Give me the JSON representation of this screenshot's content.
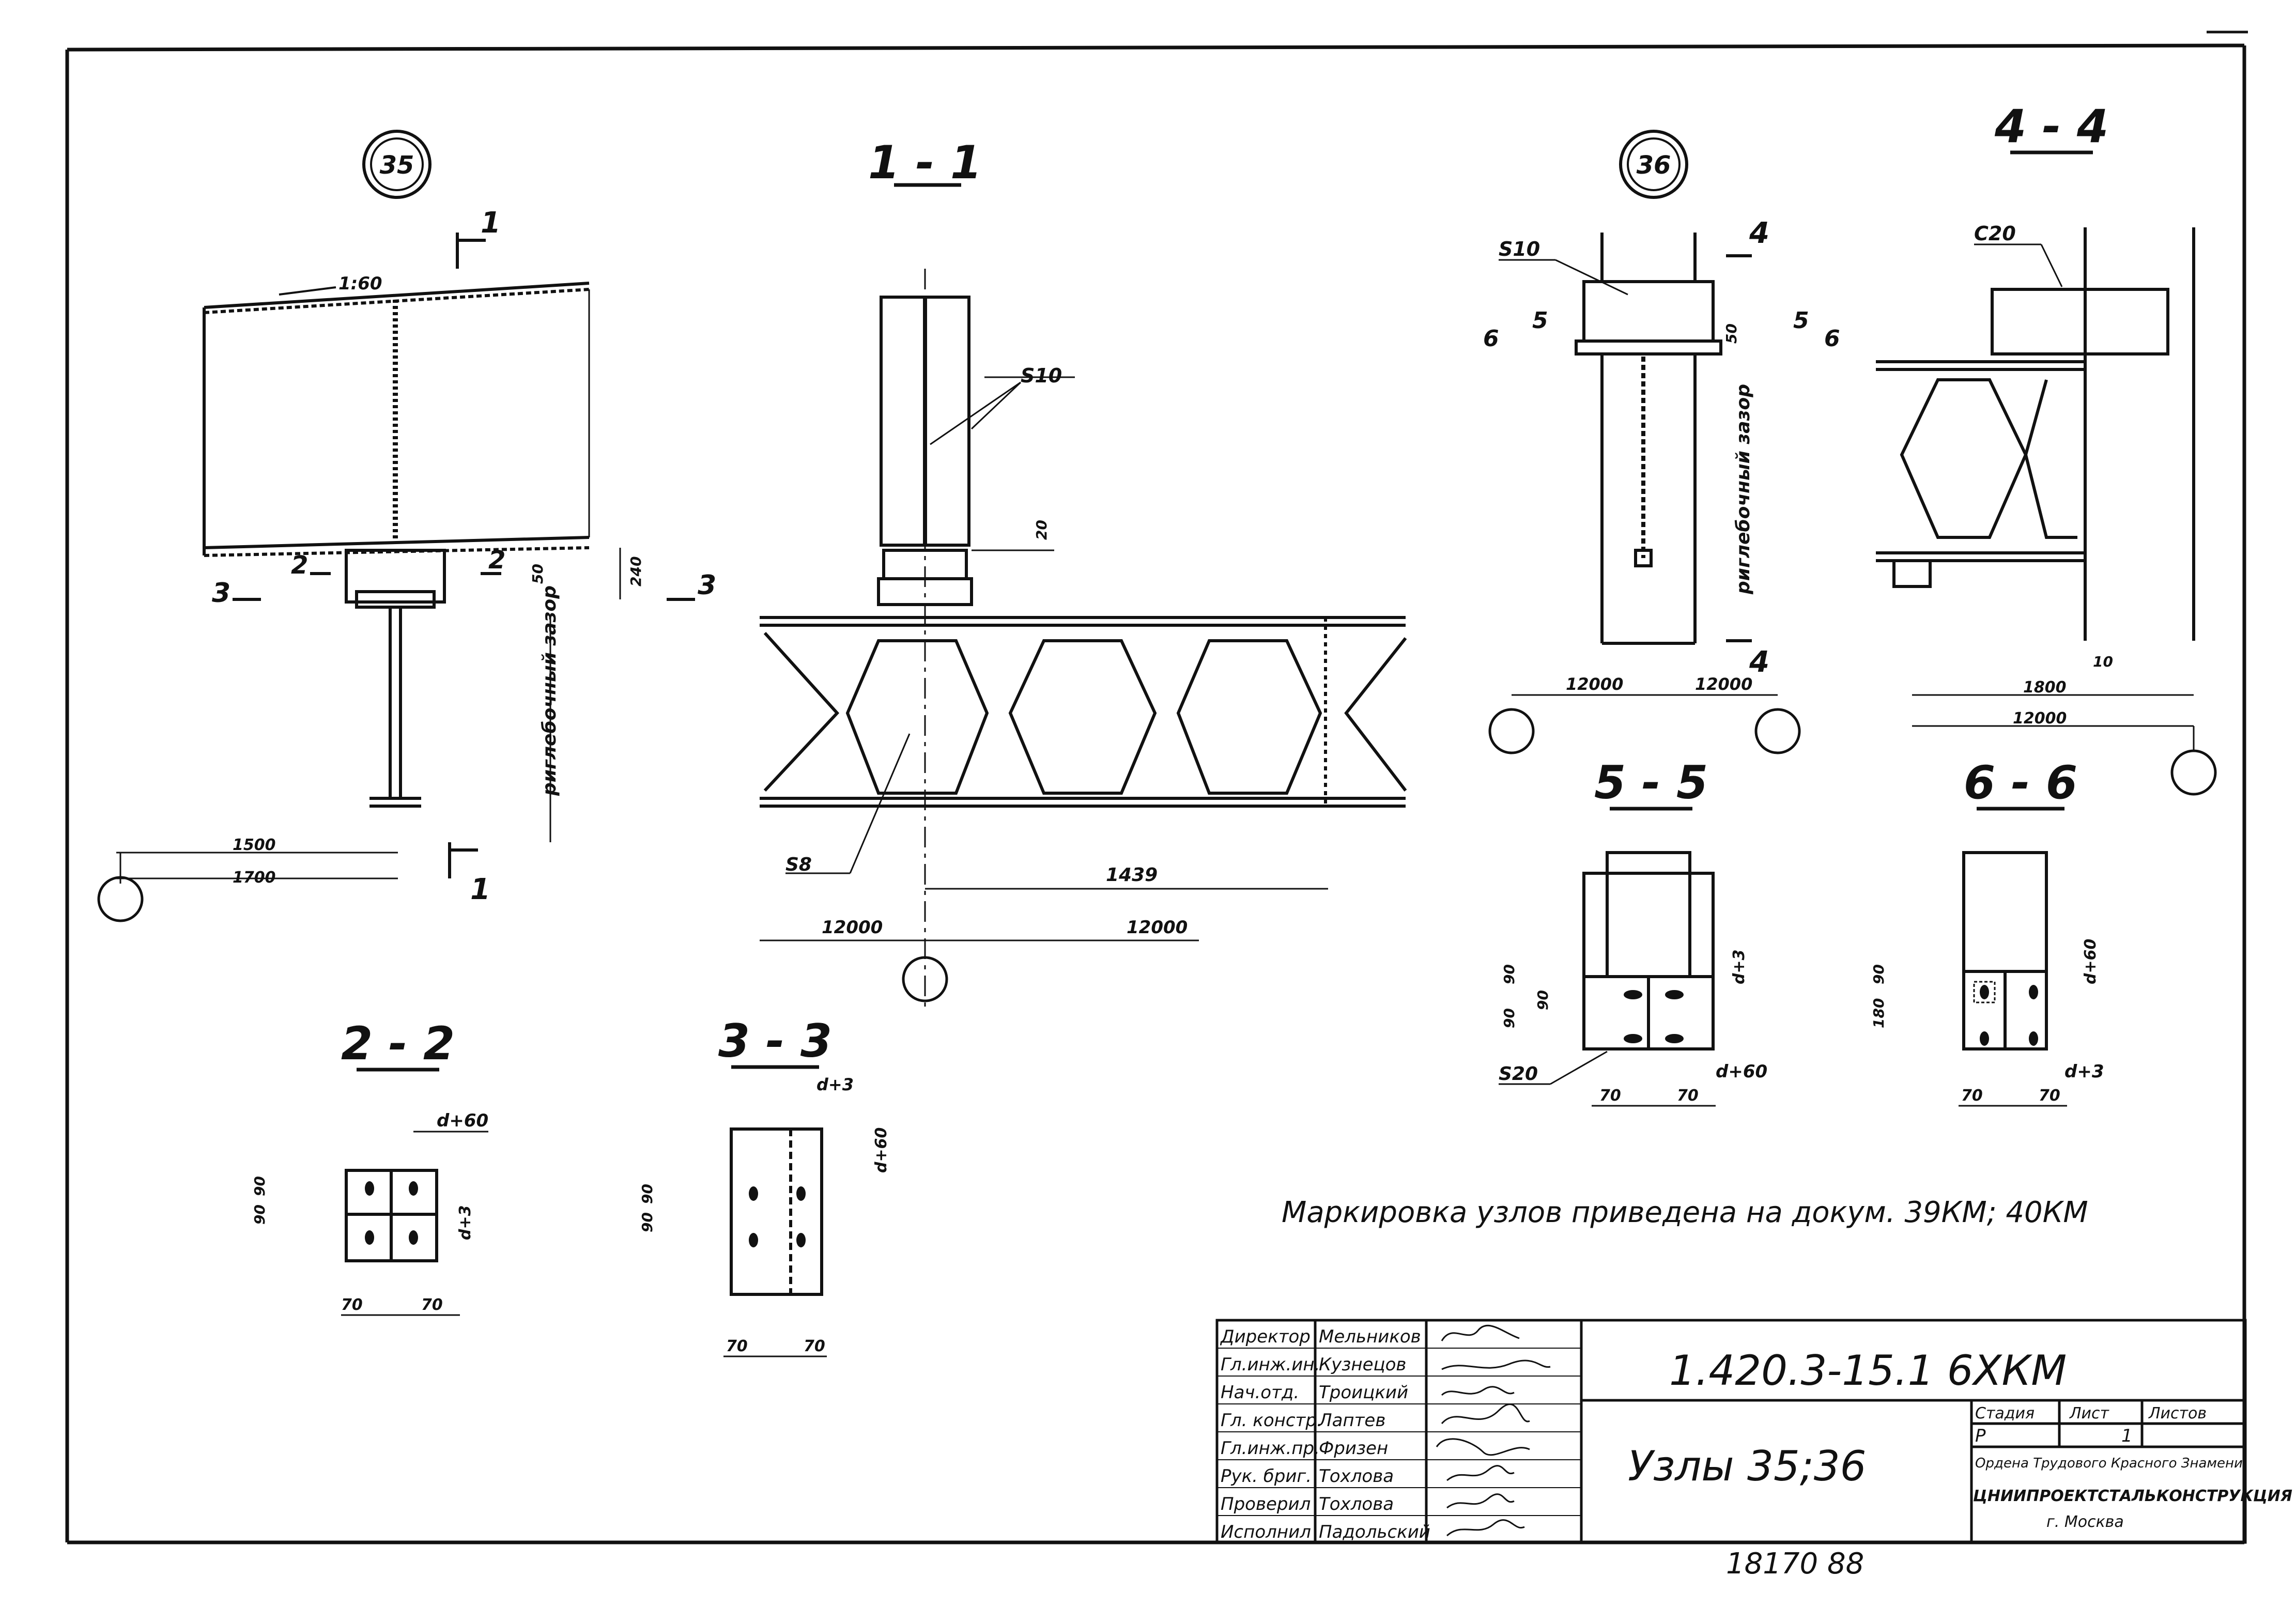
{
  "node_35": "35",
  "node_36": "36",
  "sections": {
    "s11": "1 - 1",
    "s22": "2 - 2",
    "s33": "3 - 3",
    "s44": "4 - 4",
    "s55": "5 - 5",
    "s66": "6 - 6"
  },
  "section_marks": {
    "m1": "1",
    "m2": "2",
    "m3": "3",
    "m4": "4",
    "m5": "5",
    "m6": "6"
  },
  "labels": {
    "slope": "1:60",
    "s10": "S10",
    "s8": "S8",
    "s20": "S20",
    "c20": "C20",
    "gap": "риглебочный зазор",
    "d60": "d+60",
    "d3": "d+3"
  },
  "dims": {
    "v1500": "1500",
    "v1700": "1700",
    "v1439": "1439",
    "v12000": "12000",
    "v1800": "1800",
    "v50": "50",
    "v240": "240",
    "v20": "20",
    "v90": "90",
    "v70": "70",
    "v180": "180",
    "v10": "10"
  },
  "note": "Маркировка узлов приведена на докум. 39КМ; 40КМ",
  "stamp": {
    "doc_code": "1.420.3-15.1 6ХКМ",
    "title": "Узлы 35;36",
    "roles": [
      {
        "role": "Директор",
        "name": "Мельников"
      },
      {
        "role": "Гл.инж.ин.",
        "name": "Кузнецов"
      },
      {
        "role": "Нач.отд.",
        "name": "Троицкий"
      },
      {
        "role": "Гл. констр.",
        "name": "Лаптев"
      },
      {
        "role": "Гл.инж.пр.",
        "name": "Фризен"
      },
      {
        "role": "Рук. бриг.",
        "name": "Тохлова"
      },
      {
        "role": "Проверил",
        "name": "Тохлова"
      },
      {
        "role": "Исполнил",
        "name": "Падольский"
      }
    ],
    "stage_header": "Стадия",
    "sheet_header": "Лист",
    "sheets_header": "Листов",
    "stage": "Р",
    "sheet": "1",
    "org1": "Ордена Трудового Красного Знамени",
    "org2": "ЦНИИПРОЕКТСТАЛЬКОНСТРУКЦИЯ",
    "org3": "г. Москва"
  },
  "archive_no": "18170 88"
}
